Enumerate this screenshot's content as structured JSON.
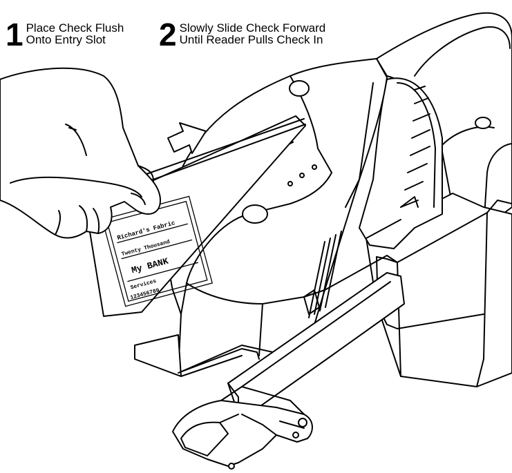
{
  "instructions": {
    "step1": {
      "number": "1",
      "line1": "Place Check Flush",
      "line2": "Onto Entry Slot"
    },
    "step2": {
      "number": "2",
      "line1": "Slowly Slide Check Forward",
      "line2": "Until Reader Pulls Check In"
    }
  },
  "check": {
    "payee_line": "Richard's Fabric",
    "amount_words": "Twenty Thousand",
    "bank_name": "My BANK",
    "memo_label": "Services",
    "micr_line": "123456789"
  },
  "colors": {
    "ink": "#000000",
    "paper": "#ffffff"
  },
  "icons": [
    "right-arrow-icon",
    "hand-icon",
    "check-scanner-icon"
  ]
}
